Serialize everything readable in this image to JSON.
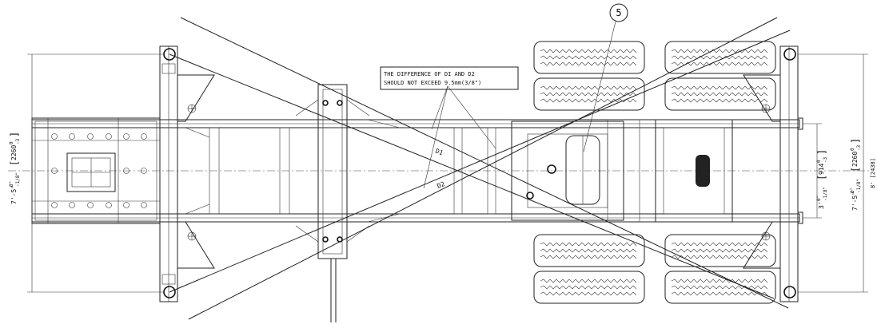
{
  "note": {
    "line1": "THE DIFFERENCE OF DI AND D2",
    "line2": "SHOULD NOT EXCEED 9.5mm(3/8\")"
  },
  "diagonals": {
    "d1": "D1",
    "d2": "D2"
  },
  "balloon": "5",
  "dims": {
    "left_ft": "7'-5\"",
    "left_tol_plus": "0\"",
    "left_tol_minus": "-1/8\"",
    "left_mm": "2260",
    "left_mm_tol_plus": "0",
    "left_mm_tol_minus": "-3",
    "right_inner_ft": "3'",
    "right_inner_tol_plus": "0\"",
    "right_inner_tol_minus": "-1/8\"",
    "right_inner_mm": "914",
    "right_inner_mm_tol_plus": "0",
    "right_inner_mm_tol_minus": "-3",
    "right_outer_ft": "7'-5\"",
    "right_outer_tol_plus": "0\"",
    "right_outer_tol_minus": "-1/8\"",
    "right_outer_mm": "2260",
    "right_outer_mm_tol_plus": "0",
    "right_outer_mm_tol_minus": "-3",
    "edge_cut": "8' [2438]"
  }
}
